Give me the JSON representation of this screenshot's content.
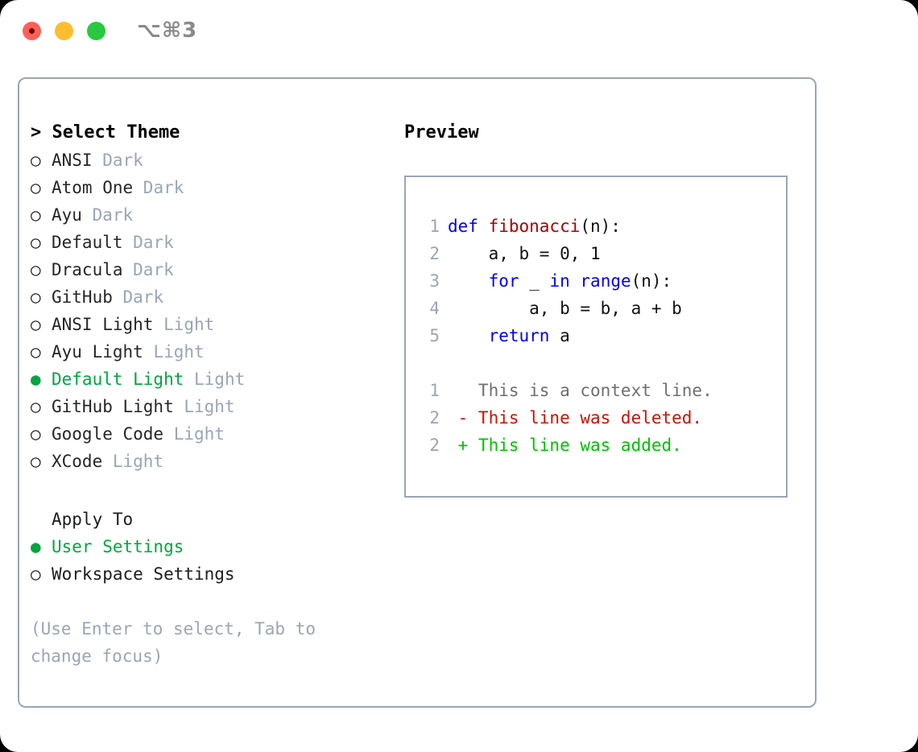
{
  "titlebar": {
    "shortcut": "⌥⌘3",
    "traffic_lights": [
      "close-red",
      "minimize-yellow",
      "maximize-green"
    ],
    "colors": {
      "red": "#ff5f57",
      "yellow": "#febc2e",
      "green": "#28c840"
    }
  },
  "colors": {
    "border": "#9aa5b5",
    "muted": "#9aa5b5",
    "selected_green": "#00a63f",
    "keyword_blue": "#0000ee",
    "function_red": "#aa0000",
    "diff_deleted": "#cc1100",
    "diff_added": "#00c000"
  },
  "theme_panel": {
    "header": "> Select Theme",
    "bullet_selected": "●",
    "bullet_unselected": "○",
    "items": [
      {
        "name": "ANSI",
        "kind": "Dark",
        "selected": false
      },
      {
        "name": "Atom One",
        "kind": "Dark",
        "selected": false
      },
      {
        "name": "Ayu",
        "kind": "Dark",
        "selected": false
      },
      {
        "name": "Default",
        "kind": "Dark",
        "selected": false
      },
      {
        "name": "Dracula",
        "kind": "Dark",
        "selected": false
      },
      {
        "name": "GitHub",
        "kind": "Dark",
        "selected": false
      },
      {
        "name": "ANSI Light",
        "kind": "Light",
        "selected": false
      },
      {
        "name": "Ayu Light",
        "kind": "Light",
        "selected": false
      },
      {
        "name": "Default Light",
        "kind": "Light",
        "selected": true
      },
      {
        "name": "GitHub Light",
        "kind": "Light",
        "selected": false
      },
      {
        "name": "Google Code",
        "kind": "Light",
        "selected": false
      },
      {
        "name": "XCode",
        "kind": "Light",
        "selected": false
      }
    ]
  },
  "apply_to": {
    "title": "Apply To",
    "options": [
      {
        "label": "User Settings",
        "selected": true
      },
      {
        "label": "Workspace Settings",
        "selected": false
      }
    ]
  },
  "hint": "(Use Enter to select, Tab to change focus)",
  "preview": {
    "title": "Preview",
    "code_lines": [
      {
        "no": "1",
        "tokens": [
          {
            "t": "def ",
            "c": "kw"
          },
          {
            "t": "fibonacci",
            "c": "fn"
          },
          {
            "t": "(n):",
            "c": "plain"
          }
        ]
      },
      {
        "no": "2",
        "tokens": [
          {
            "t": "    a, b = 0, 1",
            "c": "plain"
          }
        ]
      },
      {
        "no": "3",
        "tokens": [
          {
            "t": "    ",
            "c": "plain"
          },
          {
            "t": "for",
            "c": "kw"
          },
          {
            "t": " _ ",
            "c": "plain"
          },
          {
            "t": "in",
            "c": "kw"
          },
          {
            "t": " ",
            "c": "plain"
          },
          {
            "t": "range",
            "c": "kw"
          },
          {
            "t": "(n):",
            "c": "plain"
          }
        ]
      },
      {
        "no": "4",
        "tokens": [
          {
            "t": "        a, b = b, a + b",
            "c": "plain"
          }
        ]
      },
      {
        "no": "5",
        "tokens": [
          {
            "t": "    ",
            "c": "plain"
          },
          {
            "t": "return",
            "c": "kw"
          },
          {
            "t": " a",
            "c": "plain"
          }
        ]
      }
    ],
    "diff_lines": [
      {
        "no": "1",
        "marker": " ",
        "text": " This is a context line.",
        "kind": "context"
      },
      {
        "no": "2",
        "marker": "-",
        "text": " This line was deleted.",
        "kind": "deleted"
      },
      {
        "no": "2",
        "marker": "+",
        "text": " This line was added.",
        "kind": "added"
      }
    ]
  }
}
